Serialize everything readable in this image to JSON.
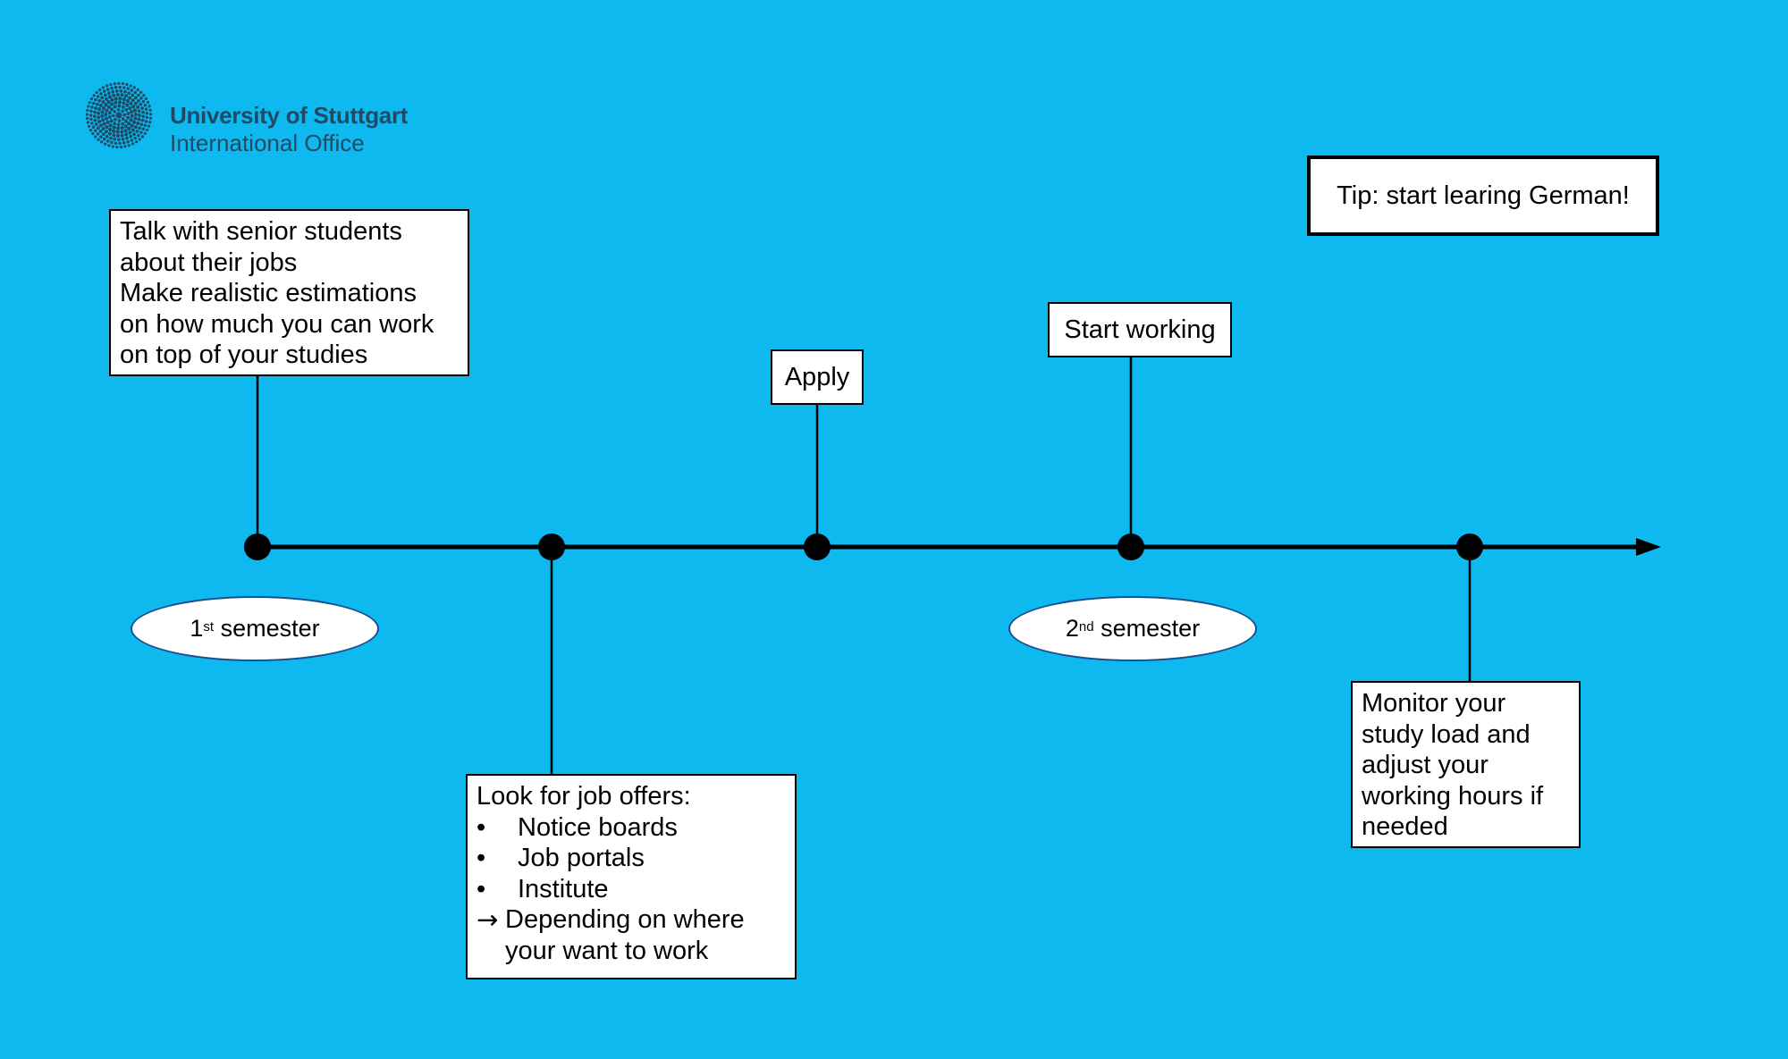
{
  "logo": {
    "title": "University of Stuttgart",
    "subtitle": "International Office",
    "mark_color": "#1f4a63"
  },
  "tip": {
    "text": "Tip: start learing German!"
  },
  "top_boxes": {
    "talk": {
      "lines": [
        "Talk with senior students",
        "about their jobs",
        "Make realistic estimations",
        "on how much you can work",
        "on top of your studies"
      ]
    },
    "apply": {
      "text": "Apply"
    },
    "start_working": {
      "text": "Start working"
    }
  },
  "bottom_boxes": {
    "look": {
      "heading": "Look for job offers:",
      "bullet_glyph": "•",
      "bullets": [
        "Notice boards",
        "Job portals",
        "Institute"
      ],
      "arrow_glyph": "→",
      "arrow_lines": [
        "Depending on where",
        "your want to work"
      ]
    },
    "monitor": {
      "lines": [
        "Monitor your",
        "study load and",
        "adjust your",
        "working hours if",
        "needed"
      ]
    }
  },
  "semesters": {
    "first": {
      "number": "1",
      "suffix": "st",
      "label": "semester"
    },
    "second": {
      "number": "2",
      "suffix": "nd",
      "label": "semester"
    }
  },
  "colors": {
    "background": "#0db9ef",
    "box_fill": "#ffffff",
    "line": "#000000",
    "ellipse_border": "#1a4c8c",
    "logo_text": "#1f4a63"
  }
}
